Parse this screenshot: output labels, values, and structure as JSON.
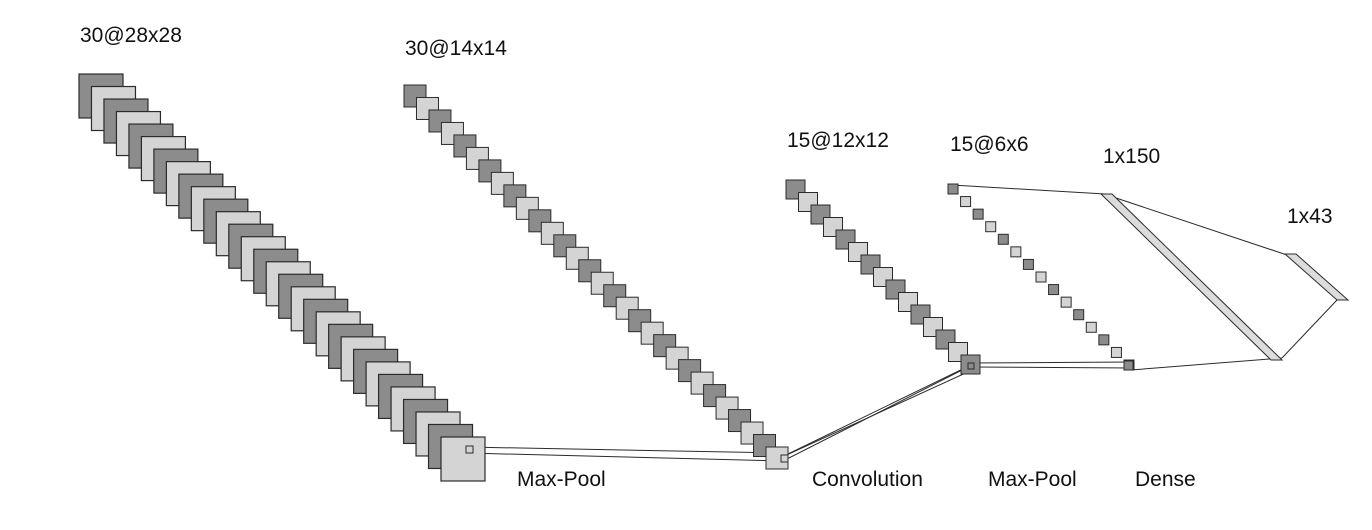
{
  "diagram": {
    "layers": [
      {
        "id": "conv1",
        "label": "30@28x28"
      },
      {
        "id": "pool1",
        "label": "30@14x14"
      },
      {
        "id": "conv2",
        "label": "15@12x12"
      },
      {
        "id": "pool2",
        "label": "15@6x6"
      },
      {
        "id": "dense1",
        "label": "1x150"
      },
      {
        "id": "dense2",
        "label": "1x43"
      }
    ],
    "operations": [
      "Max-Pool",
      "Convolution",
      "Max-Pool",
      "Dense"
    ],
    "colors": {
      "dark_map": "#8c8c8c",
      "light_map": "#d4d4d4",
      "dense_bar": "#dcdcdc",
      "stroke": "#2b2b2b",
      "text": "#111111"
    }
  }
}
